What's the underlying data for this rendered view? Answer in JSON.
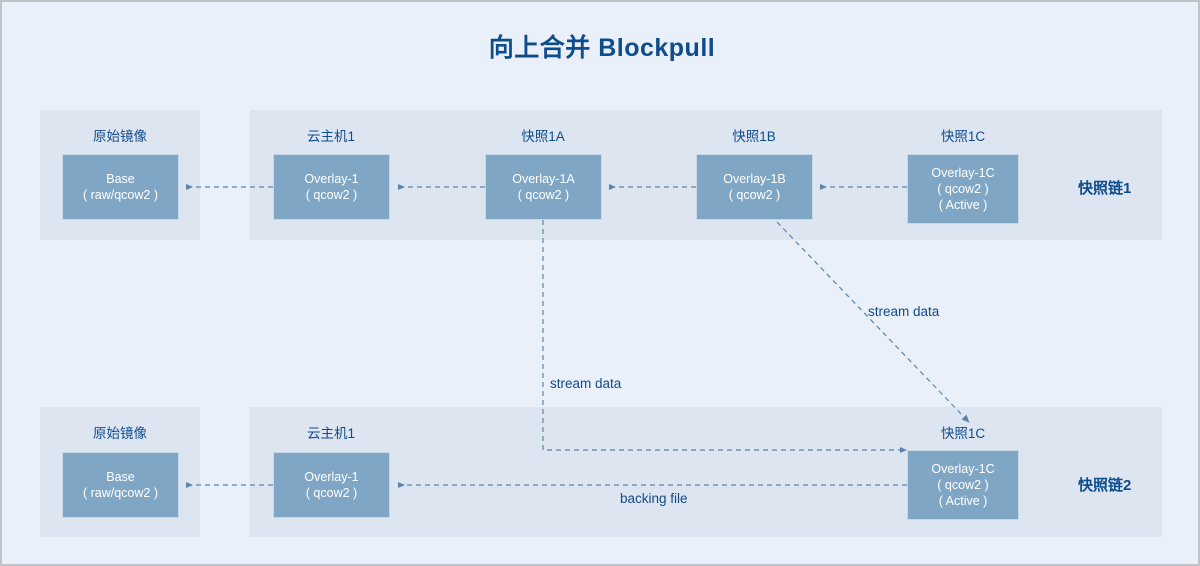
{
  "page": {
    "title": "向上合并 Blockpull",
    "background_color": "#e9f0f9",
    "panel_color": "#dde5f1",
    "node_color": "#7fa7c5",
    "accent_color": "#0f4c8c",
    "border_color": "#bfc2c7"
  },
  "chains": [
    {
      "label": "快照链1",
      "groups": [
        {
          "caption": "原始镜像",
          "node": {
            "line1": "Base",
            "line2": "( raw/qcow2 )"
          }
        },
        {
          "caption": "云主机1",
          "node": {
            "line1": "Overlay-1",
            "line2": "( qcow2 )"
          }
        },
        {
          "caption": "快照1A",
          "node": {
            "line1": "Overlay-1A",
            "line2": "( qcow2 )"
          }
        },
        {
          "caption": "快照1B",
          "node": {
            "line1": "Overlay-1B",
            "line2": "( qcow2 )"
          }
        },
        {
          "caption": "快照1C",
          "node": {
            "line1": "Overlay-1C",
            "line2": "( qcow2 )",
            "line3": "( Active )"
          }
        }
      ]
    },
    {
      "label": "快照链2",
      "groups": [
        {
          "caption": "原始镜像",
          "node": {
            "line1": "Base",
            "line2": "( raw/qcow2 )"
          }
        },
        {
          "caption": "云主机1",
          "node": {
            "line1": "Overlay-1",
            "line2": "( qcow2 )"
          }
        },
        {
          "caption": "快照1C",
          "node": {
            "line1": "Overlay-1C",
            "line2": "( qcow2 )",
            "line3": "( Active )"
          }
        }
      ]
    }
  ],
  "edges": {
    "stream_data_vertical": "stream data",
    "stream_data_diagonal": "stream data",
    "backing_file": "backing file"
  }
}
